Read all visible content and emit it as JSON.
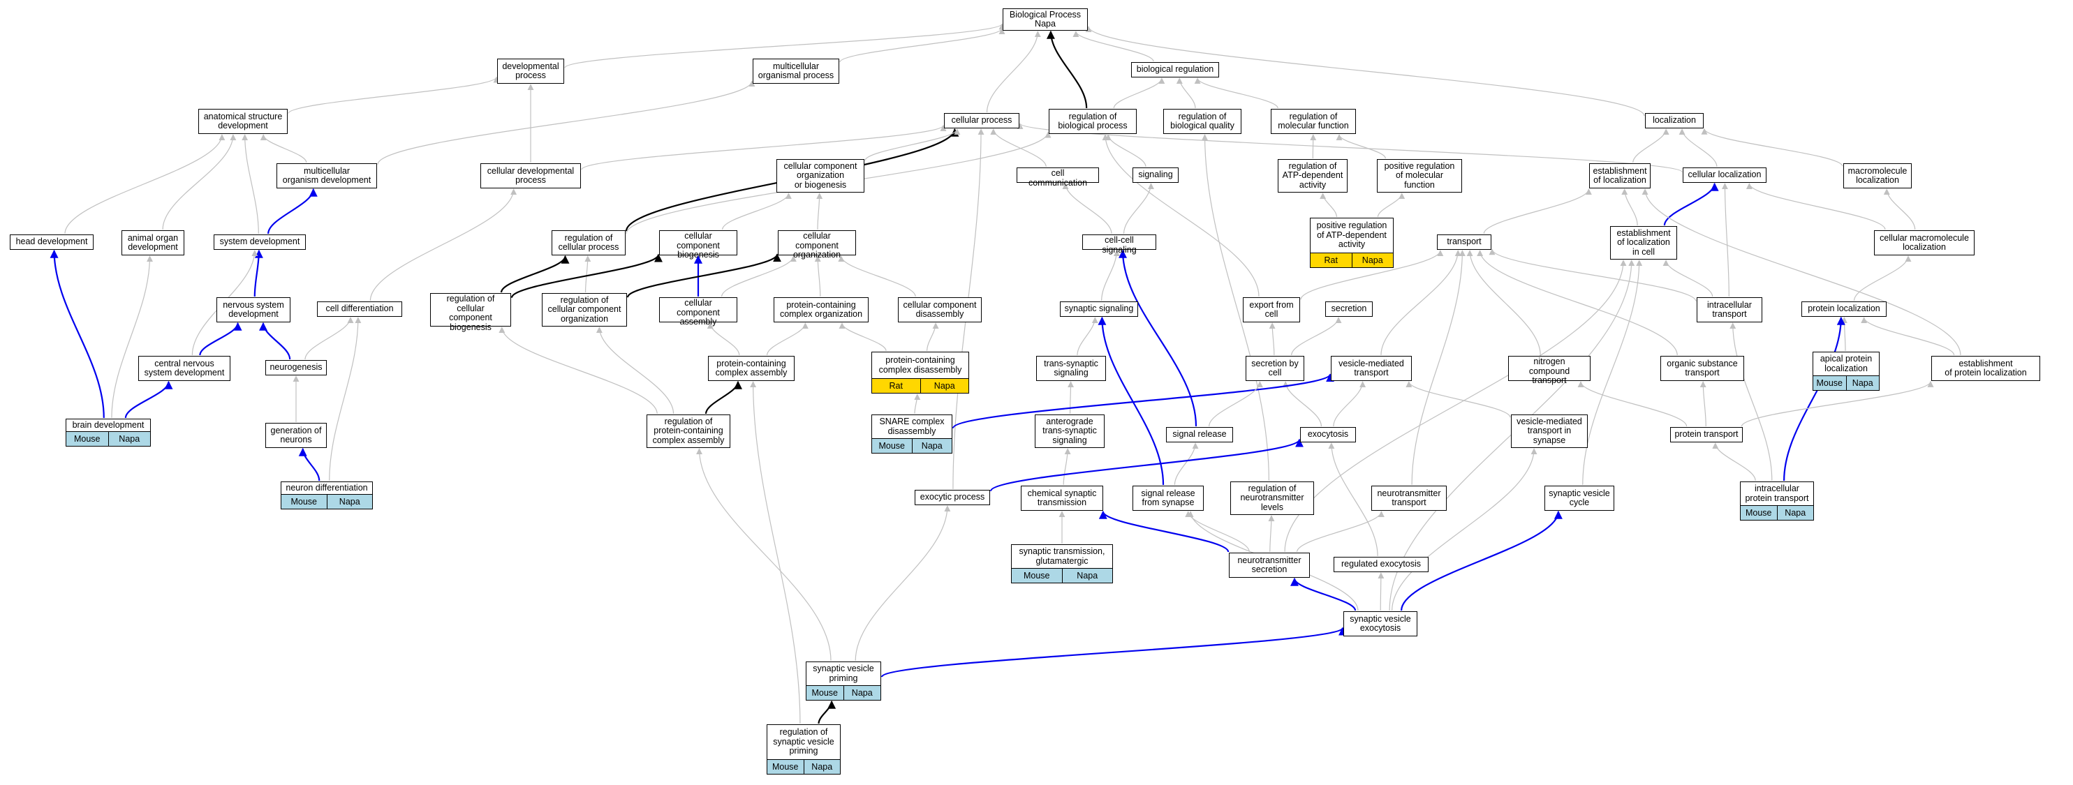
{
  "colors": {
    "gray_edge": "#c0c0c0",
    "black_edge": "#000000",
    "blue_edge": "#0000ee",
    "mouse_tag": "#add8e6",
    "rat_tag": "#ffd700"
  },
  "nodes": [
    {
      "id": "bp",
      "label": "Biological Process\nNapa"
    },
    {
      "id": "devproc",
      "label": "developmental\nprocess"
    },
    {
      "id": "mop",
      "label": "multicellular\norganismal process"
    },
    {
      "id": "bioreg",
      "label": "biological regulation"
    },
    {
      "id": "asd",
      "label": "anatomical structure\ndevelopment"
    },
    {
      "id": "cellproc",
      "label": "cellular process"
    },
    {
      "id": "regbp",
      "label": "regulation of\nbiological process"
    },
    {
      "id": "regbq",
      "label": "regulation of\nbiological quality"
    },
    {
      "id": "regmf",
      "label": "regulation of\nmolecular function"
    },
    {
      "id": "loc",
      "label": "localization"
    },
    {
      "id": "mod",
      "label": "multicellular\norganism development"
    },
    {
      "id": "cdp",
      "label": "cellular developmental\nprocess"
    },
    {
      "id": "ccob",
      "label": "cellular component\norganization\nor biogenesis"
    },
    {
      "id": "cellcomm",
      "label": "cell communication"
    },
    {
      "id": "signaling",
      "label": "signaling"
    },
    {
      "id": "regatp",
      "label": "regulation of\nATP-dependent\nactivity"
    },
    {
      "id": "posregmf",
      "label": "positive regulation\nof molecular\nfunction"
    },
    {
      "id": "estloc",
      "label": "establishment\nof localization"
    },
    {
      "id": "cellloc",
      "label": "cellular localization"
    },
    {
      "id": "macloc",
      "label": "macromolecule\nlocalization"
    },
    {
      "id": "headdev",
      "label": "head development"
    },
    {
      "id": "aod",
      "label": "animal organ\ndevelopment"
    },
    {
      "id": "sysdev",
      "label": "system development"
    },
    {
      "id": "regcp",
      "label": "regulation of\ncellular process"
    },
    {
      "id": "ccbio",
      "label": "cellular component\nbiogenesis"
    },
    {
      "id": "ccorg",
      "label": "cellular component\norganization"
    },
    {
      "id": "ccsig",
      "label": "cell-cell signaling"
    },
    {
      "id": "posregatp",
      "label": "positive regulation\nof ATP-dependent\nactivity",
      "tags": [
        "Rat",
        "Napa"
      ],
      "tagstyle": "gold"
    },
    {
      "id": "transport",
      "label": "transport"
    },
    {
      "id": "estlocincell",
      "label": "establishment\nof localization\nin cell"
    },
    {
      "id": "cml",
      "label": "cellular macromolecule\nlocalization"
    },
    {
      "id": "nsd",
      "label": "nervous system\ndevelopment"
    },
    {
      "id": "celldiff",
      "label": "cell differentiation"
    },
    {
      "id": "regccb",
      "label": "regulation of\ncellular component\nbiogenesis"
    },
    {
      "id": "regcco",
      "label": "regulation of\ncellular component\norganization"
    },
    {
      "id": "ccasm",
      "label": "cellular component\nassembly"
    },
    {
      "id": "pcco",
      "label": "protein-containing\ncomplex organization"
    },
    {
      "id": "ccdis",
      "label": "cellular component\ndisassembly"
    },
    {
      "id": "synsig",
      "label": "synaptic signaling"
    },
    {
      "id": "exportcell",
      "label": "export from\ncell"
    },
    {
      "id": "secretion",
      "label": "secretion"
    },
    {
      "id": "intratrans",
      "label": "intracellular\ntransport"
    },
    {
      "id": "protloc",
      "label": "protein localization"
    },
    {
      "id": "cnsd",
      "label": "central nervous\nsystem development"
    },
    {
      "id": "neurogenesis",
      "label": "neurogenesis"
    },
    {
      "id": "pcca",
      "label": "protein-containing\ncomplex assembly"
    },
    {
      "id": "pccd",
      "label": "protein-containing\ncomplex disassembly",
      "tags": [
        "Rat",
        "Napa"
      ],
      "tagstyle": "gold"
    },
    {
      "id": "transsyn",
      "label": "trans-synaptic\nsignaling"
    },
    {
      "id": "secbycell",
      "label": "secretion by\ncell"
    },
    {
      "id": "vmt",
      "label": "vesicle-mediated\ntransport"
    },
    {
      "id": "nct",
      "label": "nitrogen compound\ntransport"
    },
    {
      "id": "ost",
      "label": "organic substance\ntransport"
    },
    {
      "id": "apl",
      "label": "apical protein\nlocalization",
      "tags": [
        "Mouse",
        "Napa"
      ],
      "tagstyle": "blue"
    },
    {
      "id": "estprotloc",
      "label": "establishment\nof protein localization"
    },
    {
      "id": "braindev",
      "label": "brain development",
      "tags": [
        "Mouse",
        "Napa"
      ],
      "tagstyle": "blue"
    },
    {
      "id": "genneur",
      "label": "generation of\nneurons"
    },
    {
      "id": "regpcca",
      "label": "regulation of\nprotein-containing\ncomplex assembly"
    },
    {
      "id": "snarecd",
      "label": "SNARE complex\ndisassembly",
      "tags": [
        "Mouse",
        "Napa"
      ],
      "tagstyle": "blue"
    },
    {
      "id": "anttrans",
      "label": "anterograde\ntrans-synaptic\nsignaling"
    },
    {
      "id": "sigrel",
      "label": "signal release"
    },
    {
      "id": "exocytosis",
      "label": "exocytosis"
    },
    {
      "id": "vmtsyn",
      "label": "vesicle-mediated\ntransport in\nsynapse"
    },
    {
      "id": "prottrans",
      "label": "protein transport"
    },
    {
      "id": "neurdiff",
      "label": "neuron differentiation",
      "tags": [
        "Mouse",
        "Napa"
      ],
      "tagstyle": "blue"
    },
    {
      "id": "exocproc",
      "label": "exocytic process"
    },
    {
      "id": "chemsyn",
      "label": "chemical synaptic\ntransmission"
    },
    {
      "id": "sigrelsyn",
      "label": "signal release\nfrom synapse"
    },
    {
      "id": "regntl",
      "label": "regulation of\nneurotransmitter\nlevels"
    },
    {
      "id": "nttrans",
      "label": "neurotransmitter\ntransport"
    },
    {
      "id": "svc",
      "label": "synaptic vesicle\ncycle"
    },
    {
      "id": "ipt",
      "label": "intracellular\nprotein transport",
      "tags": [
        "Mouse",
        "Napa"
      ],
      "tagstyle": "blue"
    },
    {
      "id": "stglut",
      "label": "synaptic transmission,\nglutamatergic",
      "tags": [
        "Mouse",
        "Napa"
      ],
      "tagstyle": "blue"
    },
    {
      "id": "ntsec",
      "label": "neurotransmitter\nsecretion"
    },
    {
      "id": "regexo",
      "label": "regulated exocytosis"
    },
    {
      "id": "svexo",
      "label": "synaptic vesicle\nexocytosis"
    },
    {
      "id": "svprim",
      "label": "synaptic vesicle\npriming",
      "tags": [
        "Mouse",
        "Napa"
      ],
      "tagstyle": "blue"
    },
    {
      "id": "regsvp",
      "label": "regulation of\nsynaptic vesicle\npriming",
      "tags": [
        "Mouse",
        "Napa"
      ],
      "tagstyle": "blue"
    }
  ],
  "edges": [
    {
      "from": "regbp",
      "to": "bp",
      "color": "black"
    },
    {
      "from": "devproc",
      "to": "bp",
      "color": "gray"
    },
    {
      "from": "mop",
      "to": "bp",
      "color": "gray"
    },
    {
      "from": "cellproc",
      "to": "bp",
      "color": "gray"
    },
    {
      "from": "bioreg",
      "to": "bp",
      "color": "gray"
    },
    {
      "from": "loc",
      "to": "bp",
      "color": "gray"
    },
    {
      "from": "asd",
      "to": "devproc",
      "color": "gray"
    },
    {
      "from": "mod",
      "to": "mop",
      "color": "gray"
    },
    {
      "from": "cdp",
      "to": "devproc",
      "color": "gray"
    },
    {
      "from": "regbp",
      "to": "bioreg",
      "color": "gray"
    },
    {
      "from": "regbq",
      "to": "bioreg",
      "color": "gray"
    },
    {
      "from": "regmf",
      "to": "bioreg",
      "color": "gray"
    },
    {
      "from": "regcp",
      "to": "cellproc",
      "color": "black"
    },
    {
      "from": "cdp",
      "to": "cellproc",
      "color": "gray"
    },
    {
      "from": "ccob",
      "to": "cellproc",
      "color": "gray"
    },
    {
      "from": "cellcomm",
      "to": "cellproc",
      "color": "gray"
    },
    {
      "from": "exocproc",
      "to": "cellproc",
      "color": "gray"
    },
    {
      "from": "cellloc",
      "to": "cellproc",
      "color": "gray"
    },
    {
      "from": "regcp",
      "to": "regbp",
      "color": "gray"
    },
    {
      "from": "signaling",
      "to": "regbp",
      "color": "gray"
    },
    {
      "from": "exportcell",
      "to": "regbp",
      "color": "gray"
    },
    {
      "from": "regntl",
      "to": "regbq",
      "color": "gray"
    },
    {
      "from": "regatp",
      "to": "regmf",
      "color": "gray"
    },
    {
      "from": "posregmf",
      "to": "regmf",
      "color": "gray"
    },
    {
      "from": "estloc",
      "to": "loc",
      "color": "gray"
    },
    {
      "from": "cellloc",
      "to": "loc",
      "color": "gray"
    },
    {
      "from": "macloc",
      "to": "loc",
      "color": "gray"
    },
    {
      "from": "headdev",
      "to": "asd",
      "color": "gray"
    },
    {
      "from": "aod",
      "to": "asd",
      "color": "gray"
    },
    {
      "from": "sysdev",
      "to": "asd",
      "color": "gray"
    },
    {
      "from": "mod",
      "to": "asd",
      "color": "gray"
    },
    {
      "from": "sysdev",
      "to": "mod",
      "color": "blue"
    },
    {
      "from": "celldiff",
      "to": "cdp",
      "color": "gray"
    },
    {
      "from": "ccbio",
      "to": "ccob",
      "color": "gray"
    },
    {
      "from": "ccorg",
      "to": "ccob",
      "color": "gray"
    },
    {
      "from": "ccsig",
      "to": "cellcomm",
      "color": "gray"
    },
    {
      "from": "ccsig",
      "to": "signaling",
      "color": "gray"
    },
    {
      "from": "posregatp",
      "to": "regatp",
      "color": "gray"
    },
    {
      "from": "posregatp",
      "to": "posregmf",
      "color": "gray"
    },
    {
      "from": "transport",
      "to": "estloc",
      "color": "gray"
    },
    {
      "from": "estlocincell",
      "to": "estloc",
      "color": "gray"
    },
    {
      "from": "estlocincell",
      "to": "cellloc",
      "color": "blue"
    },
    {
      "from": "intratrans",
      "to": "cellloc",
      "color": "gray"
    },
    {
      "from": "cml",
      "to": "macloc",
      "color": "gray"
    },
    {
      "from": "cml",
      "to": "cellloc",
      "color": "gray"
    },
    {
      "from": "braindev",
      "to": "headdev",
      "color": "blue"
    },
    {
      "from": "braindev",
      "to": "aod",
      "color": "gray"
    },
    {
      "from": "nsd",
      "to": "sysdev",
      "color": "blue"
    },
    {
      "from": "cnsd",
      "to": "sysdev",
      "color": "gray"
    },
    {
      "from": "regccb",
      "to": "regcp",
      "color": "black"
    },
    {
      "from": "regcco",
      "to": "regcp",
      "color": "gray"
    },
    {
      "from": "regccb",
      "to": "ccbio",
      "color": "black"
    },
    {
      "from": "ccasm",
      "to": "ccbio",
      "color": "blue"
    },
    {
      "from": "regcco",
      "to": "ccorg",
      "color": "black"
    },
    {
      "from": "ccasm",
      "to": "ccorg",
      "color": "gray"
    },
    {
      "from": "pcco",
      "to": "ccorg",
      "color": "gray"
    },
    {
      "from": "ccdis",
      "to": "ccorg",
      "color": "gray"
    },
    {
      "from": "synsig",
      "to": "ccsig",
      "color": "gray"
    },
    {
      "from": "sigrel",
      "to": "ccsig",
      "color": "blue"
    },
    {
      "from": "protloc",
      "to": "cml",
      "color": "gray"
    },
    {
      "from": "cnsd",
      "to": "nsd",
      "color": "blue"
    },
    {
      "from": "neurogenesis",
      "to": "nsd",
      "color": "blue"
    },
    {
      "from": "neurogenesis",
      "to": "celldiff",
      "color": "gray"
    },
    {
      "from": "neurdiff",
      "to": "celldiff",
      "color": "gray"
    },
    {
      "from": "regpcca",
      "to": "regccb",
      "color": "gray"
    },
    {
      "from": "regpcca",
      "to": "regcco",
      "color": "gray"
    },
    {
      "from": "pcca",
      "to": "ccasm",
      "color": "gray"
    },
    {
      "from": "pcca",
      "to": "pcco",
      "color": "gray"
    },
    {
      "from": "pccd",
      "to": "pcco",
      "color": "gray"
    },
    {
      "from": "pccd",
      "to": "ccdis",
      "color": "gray"
    },
    {
      "from": "transsyn",
      "to": "synsig",
      "color": "gray"
    },
    {
      "from": "sigrelsyn",
      "to": "synsig",
      "color": "blue"
    },
    {
      "from": "exportcell",
      "to": "transport",
      "color": "gray"
    },
    {
      "from": "vmt",
      "to": "transport",
      "color": "gray"
    },
    {
      "from": "nct",
      "to": "transport",
      "color": "gray"
    },
    {
      "from": "ost",
      "to": "transport",
      "color": "gray"
    },
    {
      "from": "intratrans",
      "to": "transport",
      "color": "gray"
    },
    {
      "from": "nttrans",
      "to": "transport",
      "color": "gray"
    },
    {
      "from": "ipt",
      "to": "intratrans",
      "color": "gray"
    },
    {
      "from": "intratrans",
      "to": "estlocincell",
      "color": "gray"
    },
    {
      "from": "svc",
      "to": "estlocincell",
      "color": "gray"
    },
    {
      "from": "estprotloc",
      "to": "estloc",
      "color": "gray"
    },
    {
      "from": "apl",
      "to": "protloc",
      "color": "gray"
    },
    {
      "from": "estprotloc",
      "to": "protloc",
      "color": "gray"
    },
    {
      "from": "ipt",
      "to": "protloc",
      "color": "blue"
    },
    {
      "from": "braindev",
      "to": "cnsd",
      "color": "blue"
    },
    {
      "from": "genneur",
      "to": "neurogenesis",
      "color": "gray"
    },
    {
      "from": "regpcca",
      "to": "pcca",
      "color": "black"
    },
    {
      "from": "snarecd",
      "to": "pccd",
      "color": "gray"
    },
    {
      "from": "anttrans",
      "to": "transsyn",
      "color": "gray"
    },
    {
      "from": "secbycell",
      "to": "exportcell",
      "color": "gray"
    },
    {
      "from": "secbycell",
      "to": "secretion",
      "color": "gray"
    },
    {
      "from": "exocytosis",
      "to": "secbycell",
      "color": "gray"
    },
    {
      "from": "exocytosis",
      "to": "vmt",
      "color": "gray"
    },
    {
      "from": "vmtsyn",
      "to": "vmt",
      "color": "gray"
    },
    {
      "from": "snarecd",
      "to": "vmt",
      "color": "blue"
    },
    {
      "from": "prottrans",
      "to": "ost",
      "color": "gray"
    },
    {
      "from": "prottrans",
      "to": "nct",
      "color": "gray"
    },
    {
      "from": "prottrans",
      "to": "estprotloc",
      "color": "gray"
    },
    {
      "from": "ipt",
      "to": "prottrans",
      "color": "gray"
    },
    {
      "from": "neurdiff",
      "to": "genneur",
      "color": "blue"
    },
    {
      "from": "svprim",
      "to": "regpcca",
      "color": "gray"
    },
    {
      "from": "regsvp",
      "to": "svprim",
      "color": "black"
    },
    {
      "from": "regsvp",
      "to": "pcca",
      "color": "gray"
    },
    {
      "from": "chemsyn",
      "to": "anttrans",
      "color": "gray"
    },
    {
      "from": "sigrelsyn",
      "to": "sigrel",
      "color": "gray"
    },
    {
      "from": "sigrel",
      "to": "secbycell",
      "color": "gray"
    },
    {
      "from": "exocproc",
      "to": "exocytosis",
      "color": "blue"
    },
    {
      "from": "svprim",
      "to": "exocproc",
      "color": "gray"
    },
    {
      "from": "stglut",
      "to": "chemsyn",
      "color": "gray"
    },
    {
      "from": "ntsec",
      "to": "chemsyn",
      "color": "blue"
    },
    {
      "from": "ntsec",
      "to": "sigrelsyn",
      "color": "gray"
    },
    {
      "from": "ntsec",
      "to": "regntl",
      "color": "gray"
    },
    {
      "from": "ntsec",
      "to": "nttrans",
      "color": "gray"
    },
    {
      "from": "ntsec",
      "to": "estlocincell",
      "color": "gray"
    },
    {
      "from": "regexo",
      "to": "exocytosis",
      "color": "gray"
    },
    {
      "from": "svexo",
      "to": "ntsec",
      "color": "blue"
    },
    {
      "from": "svexo",
      "to": "regexo",
      "color": "gray"
    },
    {
      "from": "svexo",
      "to": "svc",
      "color": "blue"
    },
    {
      "from": "svexo",
      "to": "vmtsyn",
      "color": "gray"
    },
    {
      "from": "svexo",
      "to": "sigrelsyn",
      "color": "gray"
    },
    {
      "from": "svexo",
      "to": "estlocincell",
      "color": "gray"
    },
    {
      "from": "svprim",
      "to": "svexo",
      "color": "blue"
    }
  ]
}
